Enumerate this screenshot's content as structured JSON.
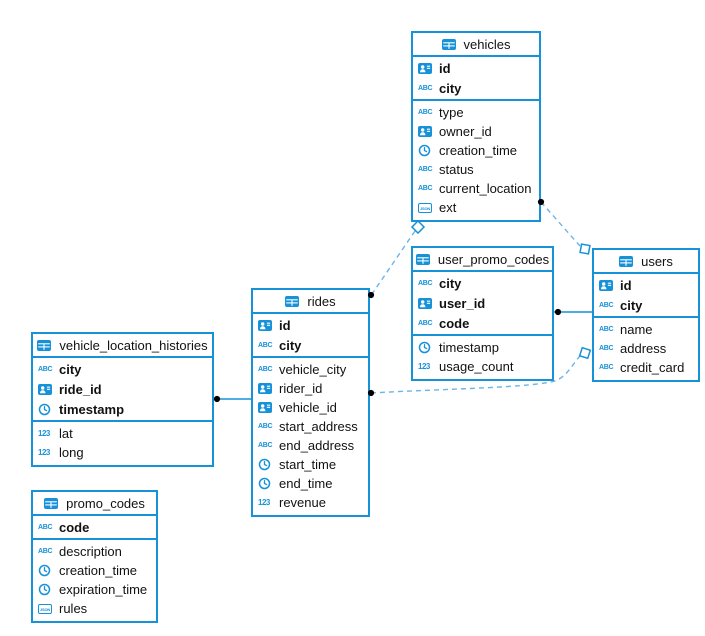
{
  "diagram": {
    "icons": {
      "table_icon": "table-grid",
      "id_icon": "id-badge",
      "time_icon": "clock",
      "text_glyph": "ABC",
      "number_glyph": "123",
      "json_glyph": "JSON"
    },
    "colors": {
      "table_border": "#1792d9",
      "dashed_line": "#6ab5e7",
      "connector_dot": "#000000",
      "text": "#111111",
      "background": "#ffffff"
    },
    "tables": [
      {
        "name": "vehicles",
        "primary_fields": [
          {
            "name": "id",
            "type": "id"
          },
          {
            "name": "city",
            "type": "text"
          }
        ],
        "fields": [
          {
            "name": "type",
            "type": "text"
          },
          {
            "name": "owner_id",
            "type": "id"
          },
          {
            "name": "creation_time",
            "type": "time"
          },
          {
            "name": "status",
            "type": "text"
          },
          {
            "name": "current_location",
            "type": "text"
          },
          {
            "name": "ext",
            "type": "json"
          }
        ]
      },
      {
        "name": "user_promo_codes",
        "primary_fields": [
          {
            "name": "city",
            "type": "text"
          },
          {
            "name": "user_id",
            "type": "id"
          },
          {
            "name": "code",
            "type": "text"
          }
        ],
        "fields": [
          {
            "name": "timestamp",
            "type": "time"
          },
          {
            "name": "usage_count",
            "type": "number"
          }
        ]
      },
      {
        "name": "users",
        "primary_fields": [
          {
            "name": "id",
            "type": "id"
          },
          {
            "name": "city",
            "type": "text"
          }
        ],
        "fields": [
          {
            "name": "name",
            "type": "text"
          },
          {
            "name": "address",
            "type": "text"
          },
          {
            "name": "credit_card",
            "type": "text"
          }
        ]
      },
      {
        "name": "rides",
        "primary_fields": [
          {
            "name": "id",
            "type": "id"
          },
          {
            "name": "city",
            "type": "text"
          }
        ],
        "fields": [
          {
            "name": "vehicle_city",
            "type": "text"
          },
          {
            "name": "rider_id",
            "type": "id"
          },
          {
            "name": "vehicle_id",
            "type": "id"
          },
          {
            "name": "start_address",
            "type": "text"
          },
          {
            "name": "end_address",
            "type": "text"
          },
          {
            "name": "start_time",
            "type": "time"
          },
          {
            "name": "end_time",
            "type": "time"
          },
          {
            "name": "revenue",
            "type": "number"
          }
        ]
      },
      {
        "name": "vehicle_location_histories",
        "primary_fields": [
          {
            "name": "city",
            "type": "text"
          },
          {
            "name": "ride_id",
            "type": "id"
          },
          {
            "name": "timestamp",
            "type": "time"
          }
        ],
        "fields": [
          {
            "name": "lat",
            "type": "number"
          },
          {
            "name": "long",
            "type": "number"
          }
        ]
      },
      {
        "name": "promo_codes",
        "primary_fields": [
          {
            "name": "code",
            "type": "text"
          }
        ],
        "fields": [
          {
            "name": "description",
            "type": "text"
          },
          {
            "name": "creation_time",
            "type": "time"
          },
          {
            "name": "expiration_time",
            "type": "time"
          },
          {
            "name": "rules",
            "type": "json"
          }
        ]
      }
    ],
    "relationships": [
      {
        "from": "vehicles",
        "to": "users",
        "line": "dashed"
      },
      {
        "from": "vehicles",
        "to": "rides",
        "line": "dashed"
      },
      {
        "from": "rides",
        "to": "users",
        "line": "dashed"
      },
      {
        "from": "user_promo_codes",
        "to": "users",
        "line": "solid"
      },
      {
        "from": "vehicle_location_histories",
        "to": "rides",
        "line": "solid"
      }
    ]
  }
}
